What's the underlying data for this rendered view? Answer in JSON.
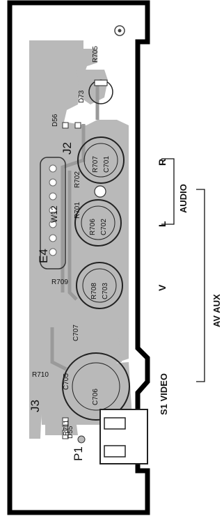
{
  "labels": {
    "R705": "R705",
    "D73": "D73",
    "D56": "D56",
    "J2": "J2",
    "R707": "R707",
    "C701": "C701",
    "R702": "R702",
    "R701": "R701",
    "R706": "R706",
    "C702": "C702",
    "W12": "W12",
    "E4": "E4",
    "R708": "R708",
    "C703": "C703",
    "R709": "R709",
    "C707": "C707",
    "R710": "R710",
    "C705": "C705",
    "J3": "J3",
    "C706": "C706",
    "R711": "R711",
    "D55": "D55",
    "P1": "P1"
  },
  "side_labels": {
    "R": "R",
    "L": "L",
    "V": "V",
    "AUDIO": "AUDIO",
    "AV_AUX": "AV AUX",
    "S1_VIDEO": "S1 VIDEO"
  },
  "colors": {
    "board_outline": "#000000",
    "copper": "#b9b9b9",
    "copper_dark": "#9a9a9a",
    "pad": "#ffffff"
  }
}
